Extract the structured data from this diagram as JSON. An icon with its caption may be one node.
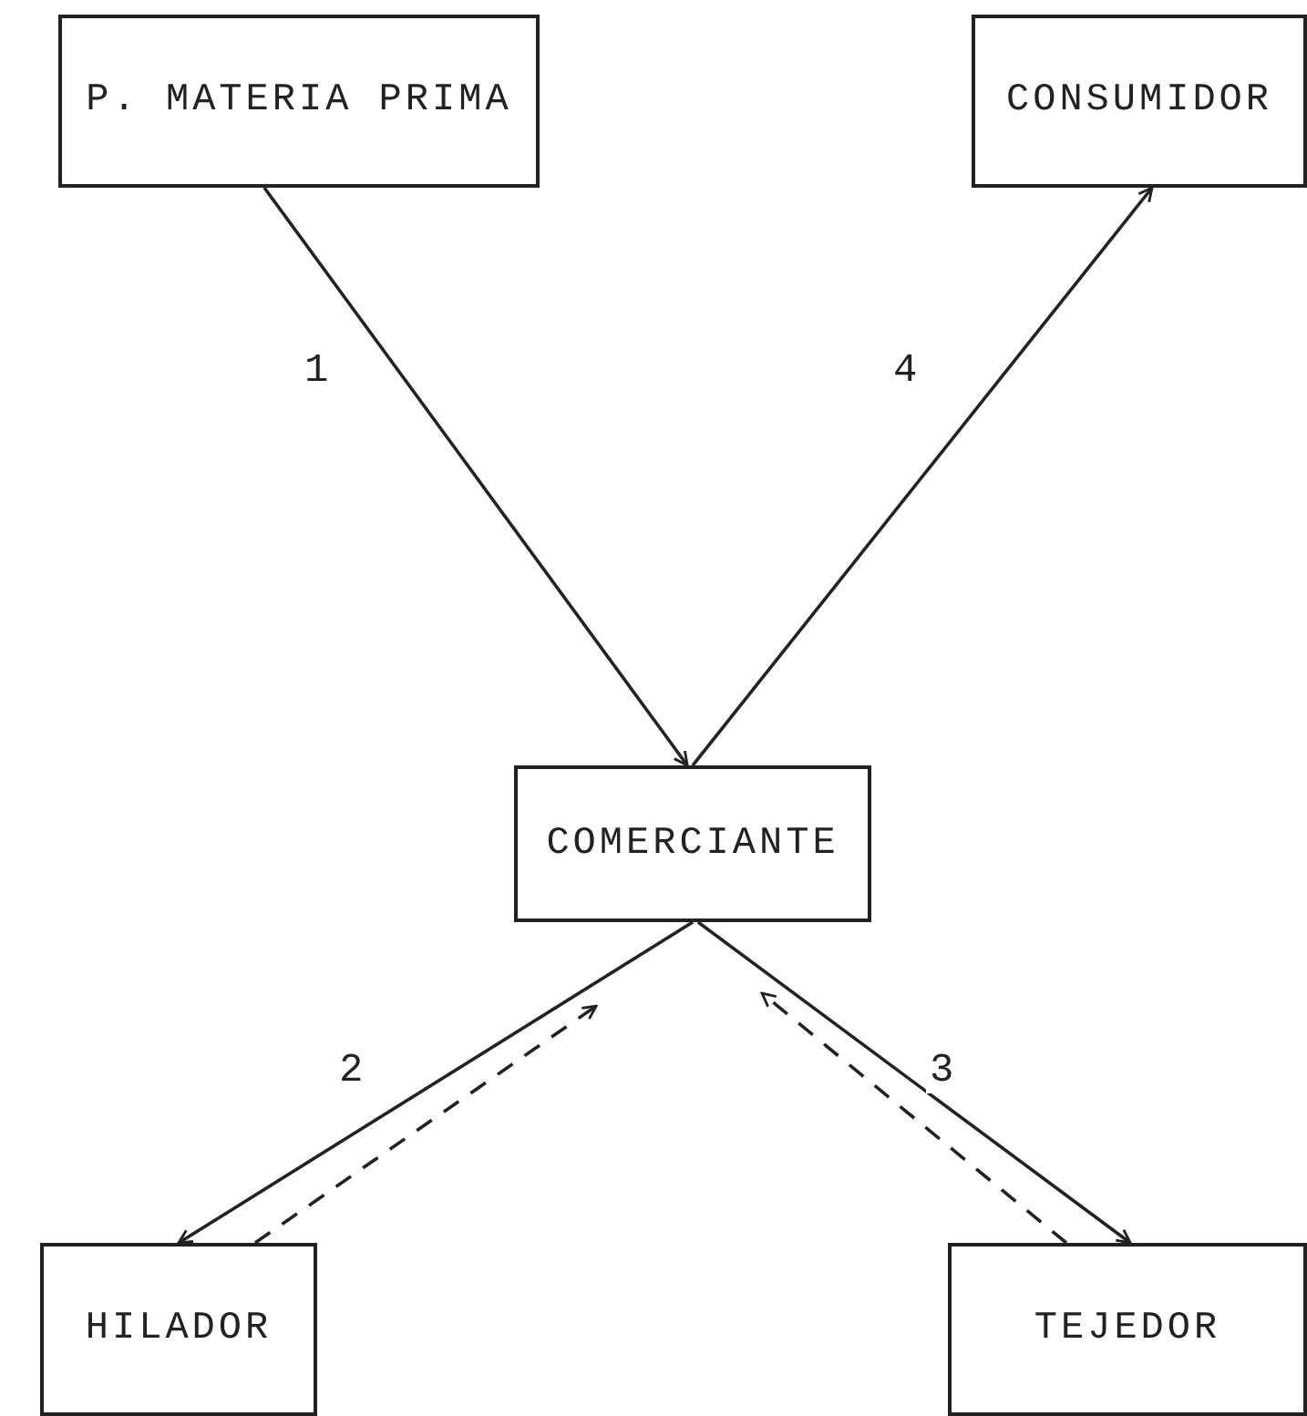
{
  "diagram": {
    "nodes": [
      {
        "text": [
          "P. MATERIA PRIMA"
        ]
      },
      {
        "text": [
          "CONSUMIDOR"
        ]
      },
      {
        "text": [
          "COMERCIANTE"
        ]
      },
      {
        "text": [
          "HILADOR"
        ]
      },
      {
        "text": [
          "TEJEDOR"
        ]
      }
    ],
    "edges": [
      {
        "from": 0,
        "to": 2,
        "arrow": "to",
        "label": "1"
      },
      {
        "from": 2,
        "to": 1,
        "arrow": "to",
        "label": "4"
      },
      {
        "from": 2,
        "to": 3,
        "arrow": "to",
        "label": "2"
      },
      {
        "from": 3,
        "to": 2,
        "arrow": "to",
        "style": "dashed"
      },
      {
        "from": 2,
        "to": 4,
        "arrow": "to",
        "label": "3"
      },
      {
        "from": 4,
        "to": 2,
        "arrow": "to",
        "style": "dashed"
      }
    ]
  }
}
